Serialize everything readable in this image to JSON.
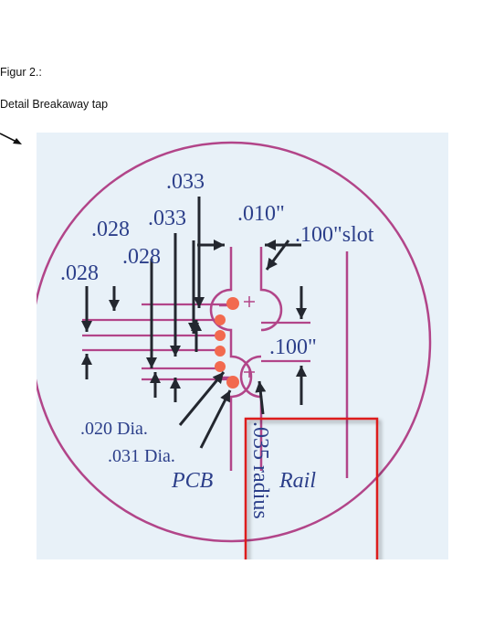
{
  "caption": {
    "figure_label": "Figur 2.:",
    "title": "Detail Breakaway tap"
  },
  "diagram": {
    "dims": {
      "d033_top": ".033",
      "d033_mid": ".033",
      "d028_a": ".028",
      "d028_b": ".028",
      "d028_c": ".028",
      "d010": ".010\"",
      "slot": ".100\"slot",
      "d100": ".100\"",
      "dia020": ".020 Dia.",
      "dia031": ".031 Dia.",
      "radius": ".035 radius"
    },
    "labels": {
      "pcb": "PCB",
      "rail": "Rail"
    },
    "colors": {
      "background": "#e8f1f8",
      "circle": "#b24589",
      "arrows": "#23272f",
      "text": "#2c3f8a",
      "holes": "#f26a4f",
      "highlight": "#dd1a1a"
    }
  }
}
